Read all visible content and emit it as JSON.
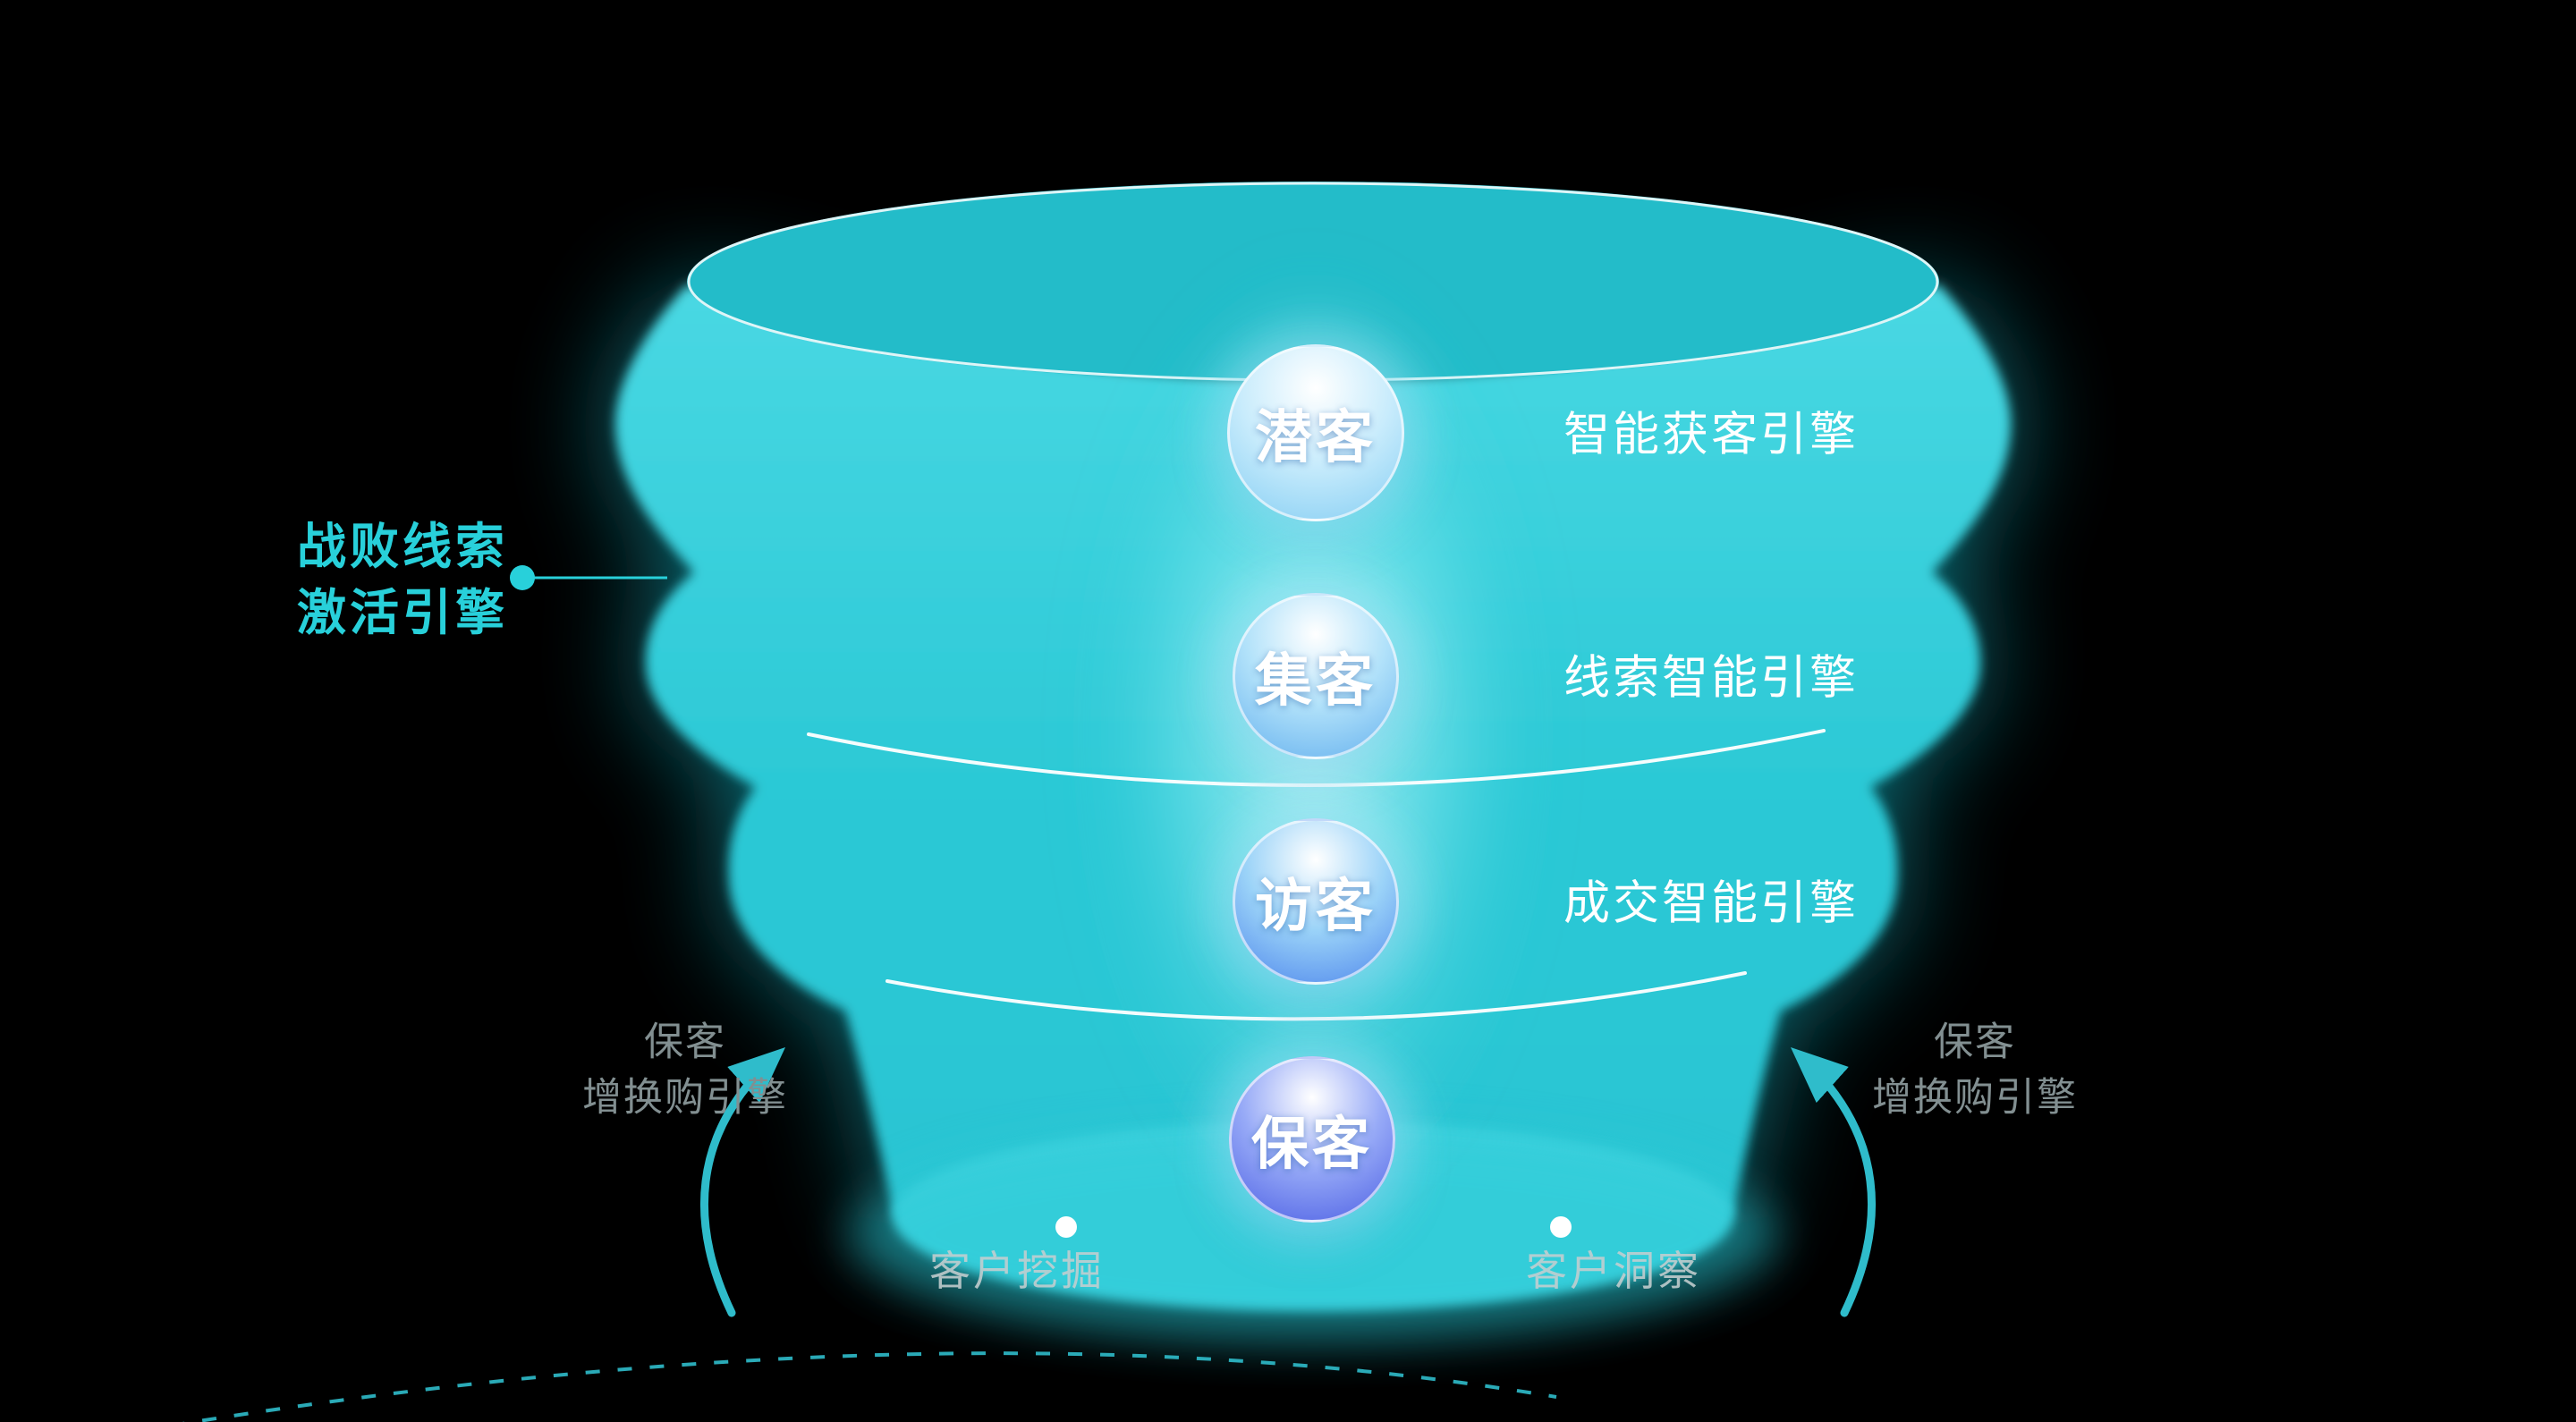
{
  "diagram_title": "customer-funnel",
  "stages": [
    {
      "label": "潜客",
      "badge_mid": "#c9ecfc",
      "badge_edge": "#86cef3"
    },
    {
      "label": "集客",
      "badge_mid": "#b2e2fa",
      "badge_edge": "#66b1ee"
    },
    {
      "label": "访客",
      "badge_mid": "#9bd3f8",
      "badge_edge": "#4f87ec"
    },
    {
      "label": "保客",
      "badge_mid": "#97aaf7",
      "badge_edge": "#4d60e4"
    }
  ],
  "engine_labels": [
    {
      "text": "智能获客引擎"
    },
    {
      "text": "线索智能引擎"
    },
    {
      "text": "成交智能引擎"
    }
  ],
  "lost_lead_callout": {
    "line1": "战败线索",
    "line2": "激活引擎",
    "color": "#28d0da"
  },
  "side_labels": {
    "left": {
      "line1": "保客",
      "line2": "增换购引擎"
    },
    "right": {
      "line1": "保客",
      "line2": "增换购引擎"
    }
  },
  "bottom_labels": {
    "mining": "客户挖掘",
    "insight": "客户洞察"
  },
  "colors": {
    "background": "#000000",
    "funnel_body": "#2cc9d6",
    "funnel_glow": "#14c2d4",
    "accent_cyan": "#28d0da",
    "arrow_cyan": "#2fbccb",
    "divider_white": "#ffffff",
    "gray_label": "#828f91"
  }
}
